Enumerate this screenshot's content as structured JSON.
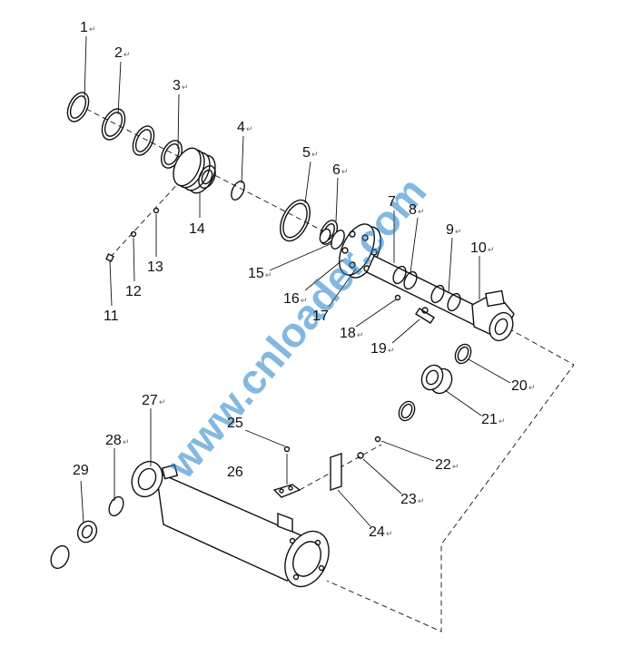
{
  "watermark": "www.cnloader.com",
  "return_mark": "↵",
  "labels": {
    "p1": "1",
    "p2": "2",
    "p3": "3",
    "p4": "4",
    "p5": "5",
    "p6": "6",
    "p7": "7",
    "p8": "8",
    "p9": "9",
    "p10": "10",
    "p11": "11",
    "p12": "12",
    "p13": "13",
    "p14": "14",
    "p15": "15",
    "p16": "16",
    "p17": "17",
    "p18": "18",
    "p19": "19",
    "p20": "20",
    "p21": "21",
    "p22": "22",
    "p23": "23",
    "p24": "24",
    "p25": "25",
    "p26": "26",
    "p27": "27",
    "p28": "28",
    "p29": "29"
  }
}
